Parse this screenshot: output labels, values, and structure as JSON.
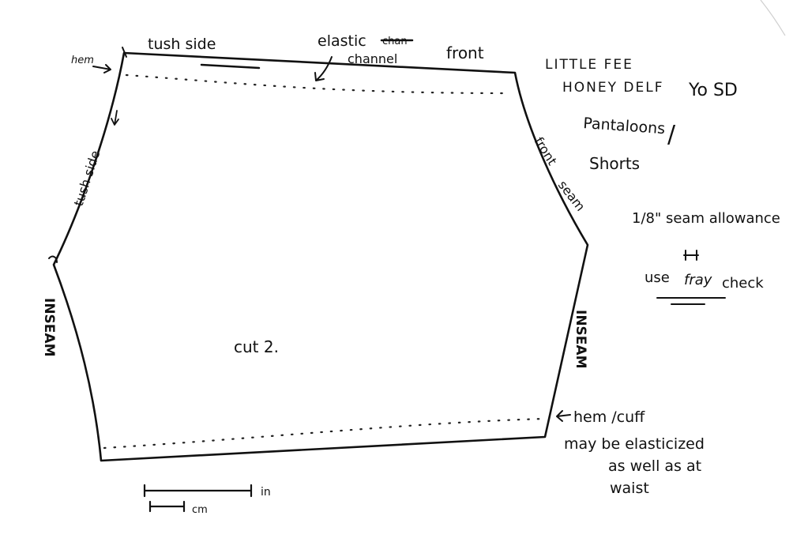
{
  "labels": {
    "tush_side_top": "tush side",
    "elastic": "elastic",
    "elastic_struck": "chan",
    "channel": "channel",
    "front_top": "front",
    "hem_left": "hem",
    "tush_side_left": "tush side",
    "front_seam_1": "front",
    "front_seam_2": "seam",
    "inseam_left": "INSEAM",
    "inseam_right": "INSEAM",
    "cut": "cut 2.",
    "hem_cuff": "hem /cuff",
    "hem_note_1": "may be elasticized",
    "hem_note_2": "as well as at",
    "hem_note_3": "waist",
    "scale_in": "in",
    "scale_cm": "cm"
  },
  "notes": {
    "title_1": "LITTLE FEE",
    "title_2": "HONEY DELF",
    "title_3": "Yo SD",
    "type_1": "Pantaloons",
    "type_slash": "/",
    "type_2": "Shorts",
    "seam_allowance": "1/8\" seam allowance",
    "use": "use",
    "fray": "fray",
    "check": "check"
  },
  "colors": {
    "ink": "#111111",
    "paper": "#ffffff"
  }
}
